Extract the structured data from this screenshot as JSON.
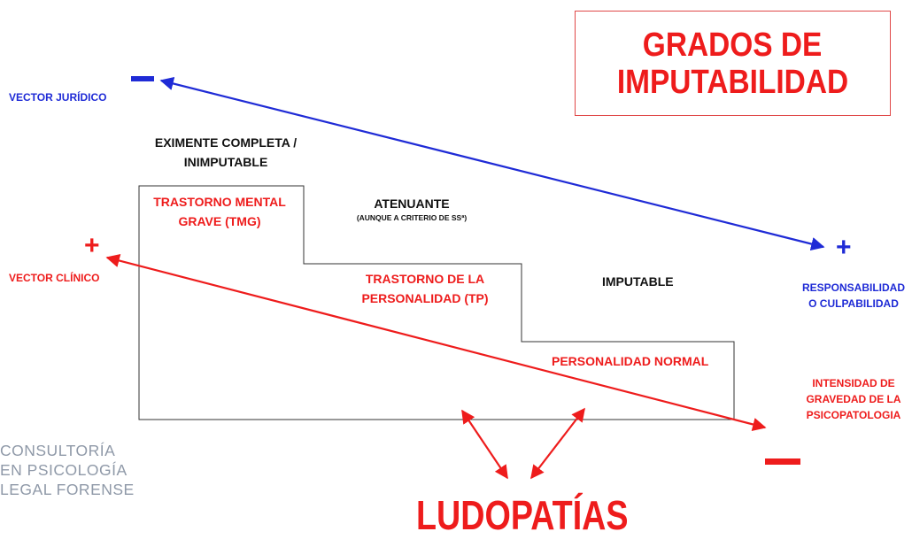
{
  "title": {
    "line1": "GRADOS DE",
    "line2": "IMPUTABILIDAD"
  },
  "vector_juridico": {
    "label": "VECTOR JURÍDICO",
    "minus": "—",
    "plus": "+"
  },
  "vector_clinico": {
    "label": "VECTOR CLÍNICO",
    "plus": "+",
    "minus": "—"
  },
  "columns": {
    "eximente": {
      "line1": "EXIMENTE COMPLETA /",
      "line2": "INIMPUTABLE"
    },
    "atenuante": {
      "label": "ATENUANTE",
      "note": "(AUNQUE A CRITERIO DE SSª)"
    },
    "imputable": {
      "label": "IMPUTABLE"
    }
  },
  "steps": {
    "tmg": {
      "line1": "TRASTORNO MENTAL",
      "line2": "GRAVE (TMG)"
    },
    "tp": {
      "line1": "TRASTORNO DE LA",
      "line2": "PERSONALIDAD (TP)"
    },
    "normal": {
      "label": "PERSONALIDAD NORMAL"
    }
  },
  "responsabilidad": {
    "line1": "RESPONSABILIDAD",
    "line2": "O CULPABILIDAD"
  },
  "intensidad": {
    "line1": "INTENSIDAD DE",
    "line2": "GRAVEDAD DE  LA",
    "line3": "PSICOPATOLOGIA"
  },
  "logo": {
    "line1": "CONSULTORÍA",
    "line2": "EN PSICOLOGÍA",
    "line3": "LEGAL FORENSE"
  },
  "ludopatias": "LUDOPATÍAS",
  "colors": {
    "blue": "#1f2bd6",
    "red": "#ee1c1c"
  }
}
